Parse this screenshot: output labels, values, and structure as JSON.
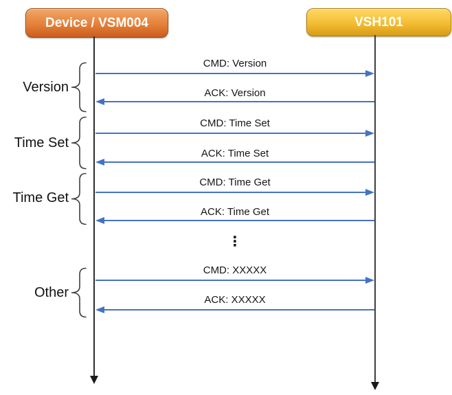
{
  "diagram": {
    "type": "sequence-diagram",
    "actors": [
      {
        "name": "Device / VSM004",
        "fill_top": "#F2A768",
        "fill_bottom": "#C95E1D"
      },
      {
        "name": "VSH101",
        "fill_top": "#FFD863",
        "fill_bottom": "#D89B16"
      }
    ],
    "groups": [
      {
        "label": "Version"
      },
      {
        "label": "Time Set"
      },
      {
        "label": "Time Get"
      },
      {
        "label": "Other"
      }
    ],
    "messages": [
      {
        "label": "CMD: Version",
        "from": "Device / VSM004",
        "to": "VSH101",
        "direction": "right",
        "group": "Version"
      },
      {
        "label": "ACK: Version",
        "from": "VSH101",
        "to": "Device / VSM004",
        "direction": "left",
        "group": "Version"
      },
      {
        "label": "CMD: Time Set",
        "from": "Device / VSM004",
        "to": "VSH101",
        "direction": "right",
        "group": "Time Set"
      },
      {
        "label": "ACK: Time Set",
        "from": "VSH101",
        "to": "Device / VSM004",
        "direction": "left",
        "group": "Time Set"
      },
      {
        "label": "CMD: Time Get",
        "from": "Device / VSM004",
        "to": "VSH101",
        "direction": "right",
        "group": "Time Get"
      },
      {
        "label": "ACK: Time Get",
        "from": "VSH101",
        "to": "Device / VSM004",
        "direction": "left",
        "group": "Time Get"
      },
      {
        "label": "CMD: XXXXX",
        "from": "Device / VSM004",
        "to": "VSH101",
        "direction": "right",
        "group": "Other"
      },
      {
        "label": "ACK: XXXXX",
        "from": "VSH101",
        "to": "Device / VSM004",
        "direction": "left",
        "group": "Other"
      }
    ],
    "ellipsis": "⋮",
    "colors": {
      "arrow": "#4472C4",
      "lifeline": "#2b2b2b",
      "brace": "#3f3f3f"
    }
  }
}
